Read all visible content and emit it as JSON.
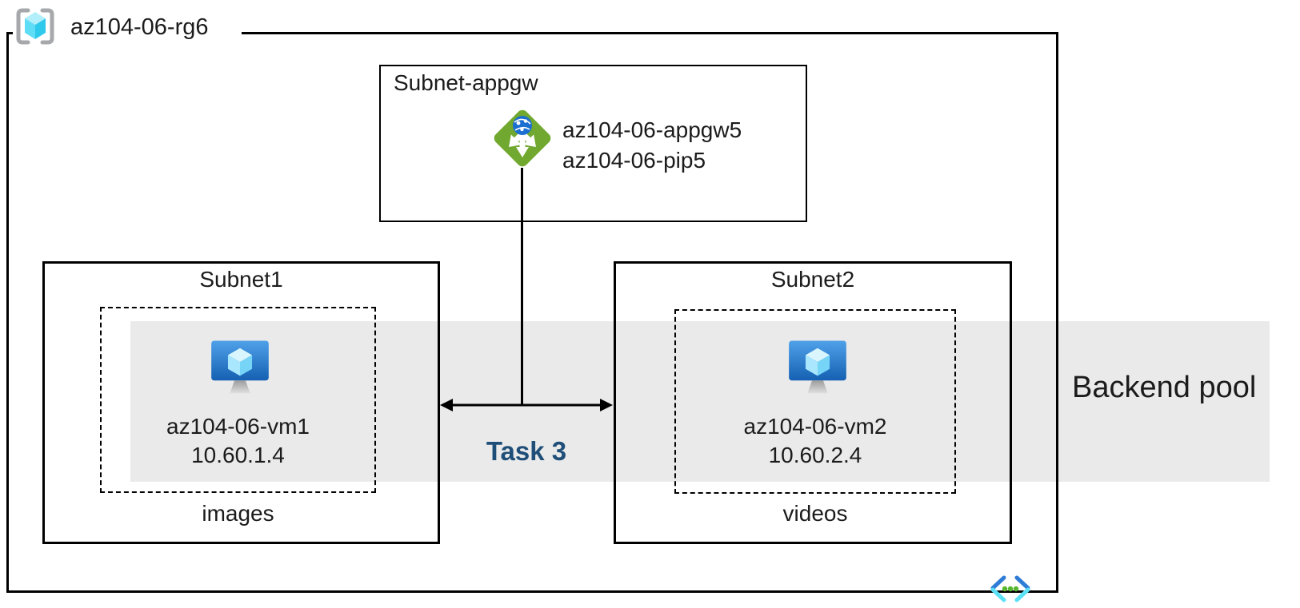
{
  "diagram": {
    "resource_group": {
      "label": "az104-06-rg6"
    },
    "appgw_subnet": {
      "title": "Subnet-appgw",
      "gateway_name": "az104-06-appgw5",
      "public_ip_name": "az104-06-pip5"
    },
    "subnet1": {
      "title": "Subnet1",
      "vm_name": "az104-06-vm1",
      "vm_ip": "10.60.1.4",
      "app_label": "images"
    },
    "subnet2": {
      "title": "Subnet2",
      "vm_name": "az104-06-vm2",
      "vm_ip": "10.60.2.4",
      "app_label": "videos"
    },
    "backend_pool_label": "Backend pool",
    "task_label": "Task 3",
    "icons": {
      "resource_group": "resource-group-icon",
      "application_gateway": "application-gateway-icon",
      "virtual_machine": "virtual-machine-icon",
      "virtual_network": "virtual-network-icon"
    },
    "colors": {
      "task_label": "#1F4E79",
      "backend_band": "#EAEAEA",
      "border": "#000000",
      "appgw_green": "#71A82F",
      "appgw_globe_blue": "#1B6FD0",
      "vm_screen_top": "#4FA1E9",
      "vm_screen_bottom": "#1560B2",
      "rg_bracket_gray": "#A6A8AB",
      "rg_cube_cyan": "#2FC9EC",
      "vnet_chevron_blue": "#2E7CD6",
      "vnet_chevron_cyan": "#5CE0F6",
      "vnet_dot_green": "#57B62F"
    }
  }
}
